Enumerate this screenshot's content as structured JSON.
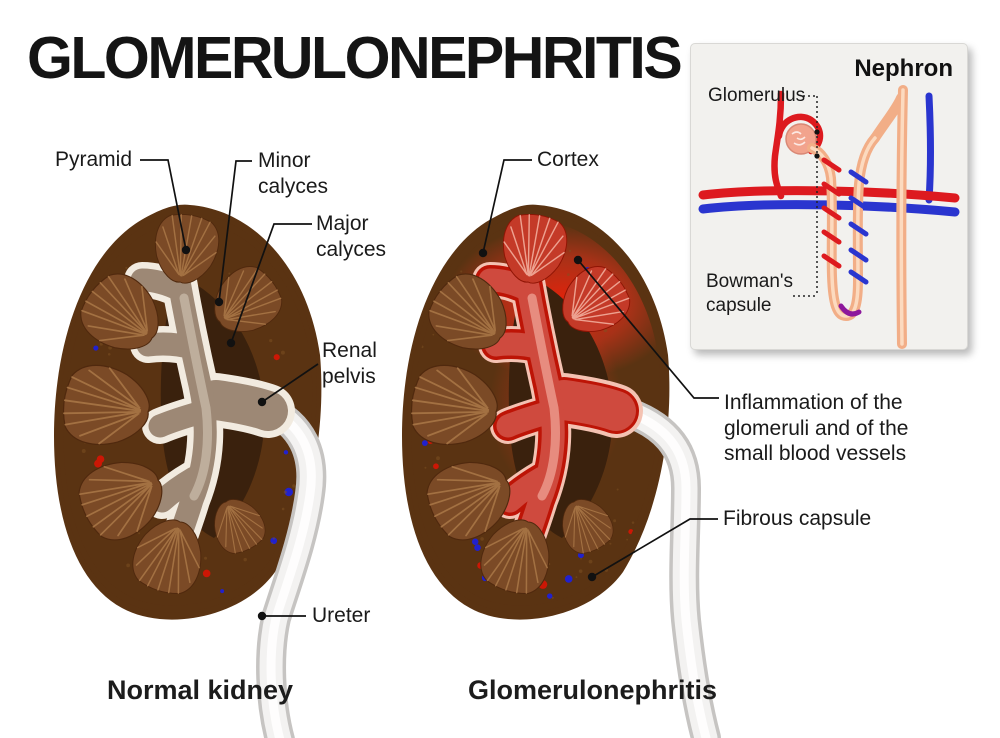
{
  "title": "GLOMERULONEPHRITIS",
  "labels": {
    "pyramid": "Pyramid",
    "minor_calyces": "Minor calyces",
    "major_calyces": "Major calyces",
    "renal_pelvis": "Renal pelvis",
    "cortex": "Cortex",
    "inflammation": "Inflammation of the glomeruli and of the small blood vessels",
    "fibrous_capsule": "Fibrous capsule",
    "ureter": "Ureter"
  },
  "inset": {
    "title": "Nephron",
    "glomerulus": "Glomerulus",
    "bowmans_capsule": "Bowman's capsule"
  },
  "captions": {
    "left": "Normal kidney",
    "right": "Glomerulonephritis"
  },
  "colors": {
    "cortex": "#c68a4f",
    "cortex_edge": "#5a3312",
    "cortex_inner": "#ead0a6",
    "pyramid": "#7b4a26",
    "pyramid_line": "#aa7848",
    "sinus_dark": "#3a210d",
    "pelvis": "#9d8875",
    "pelvis_border": "#f2ebe0",
    "pelvis_hi": "#c2b2a1",
    "inflamed": "#cf4a3e",
    "inflamed_hi": "#e99486",
    "inflamed_border": "#bd1406",
    "glow": "#ee2410",
    "ureter": "#f3f2f1",
    "ureter_shade": "#c6c4c2",
    "dot_red": "#cc1705",
    "dot_blue": "#2121cd",
    "vessel_red": "#dd1a1f",
    "vessel_blue": "#2a35cf",
    "tubule": "#f2ae87",
    "tubule_hi": "#fcdcc2",
    "glomerulus_ball": "#f2a38d",
    "inset_bg": "#f2f1ee",
    "inset_border": "#d9d8d5"
  }
}
